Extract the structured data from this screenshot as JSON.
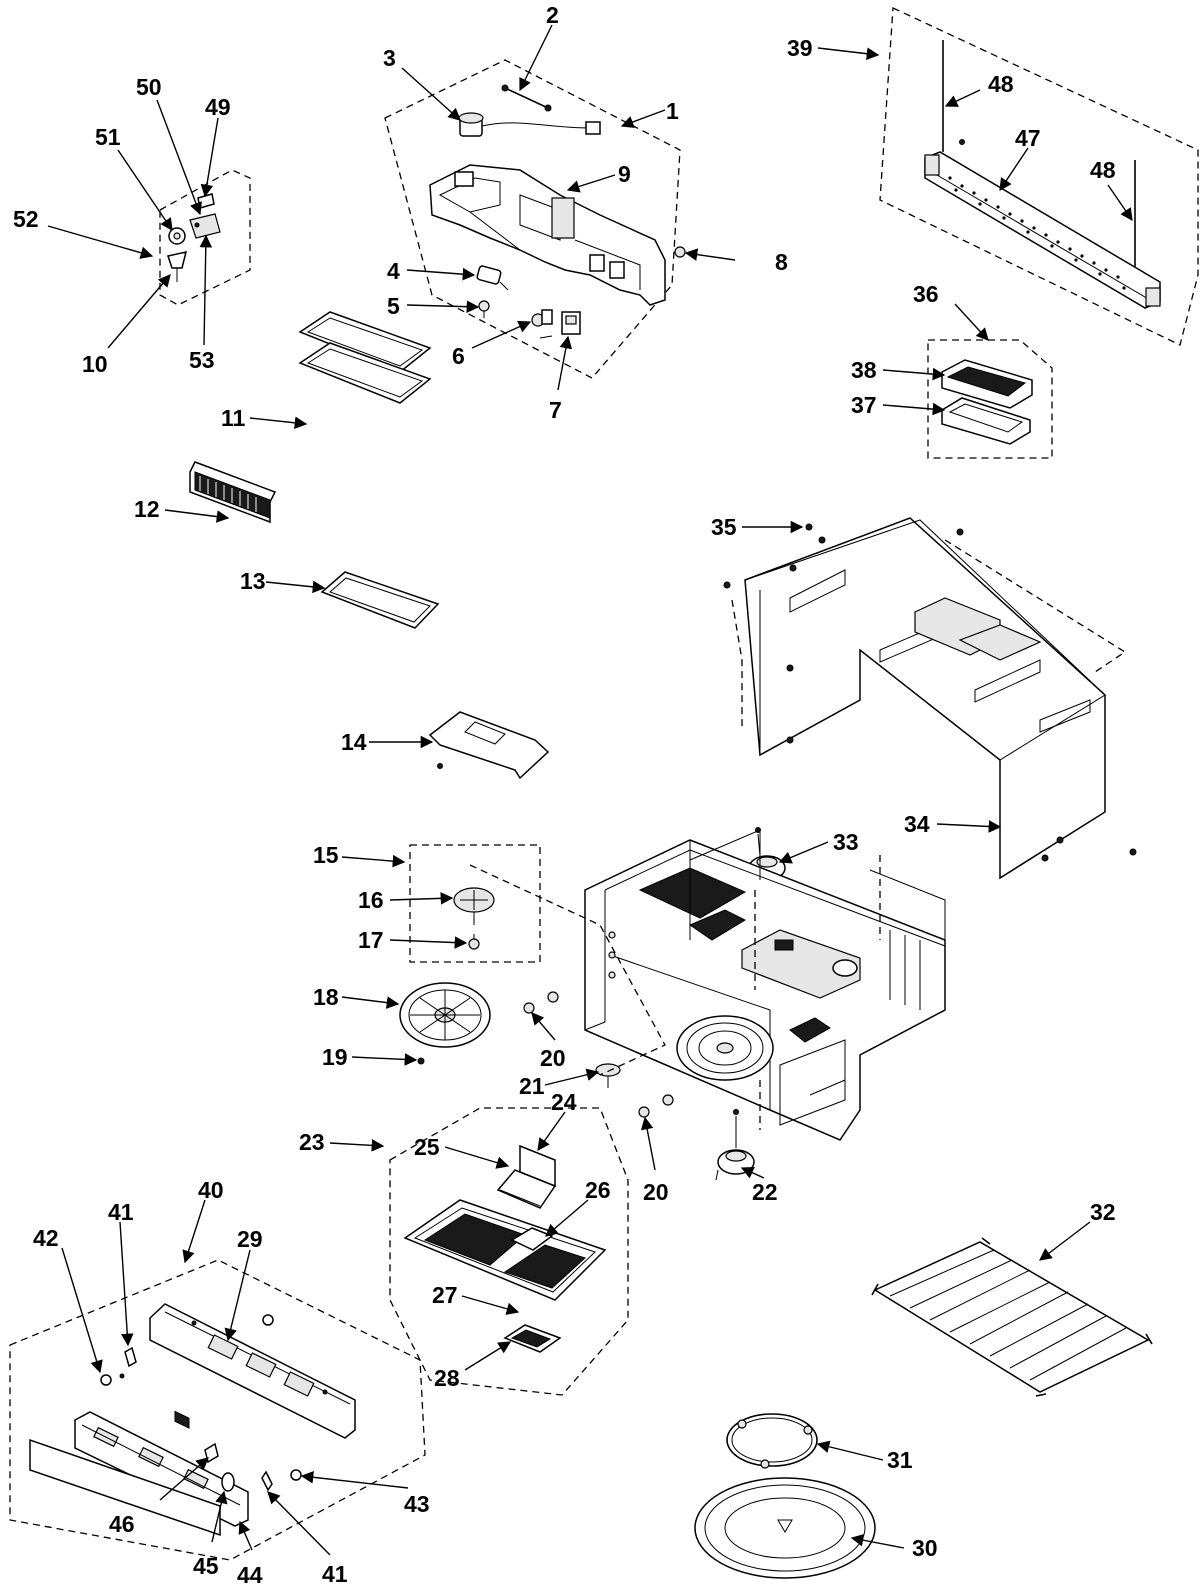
{
  "labels": [
    {
      "key": "l1",
      "text": "1"
    },
    {
      "key": "l2",
      "text": "2"
    },
    {
      "key": "l3",
      "text": "3"
    },
    {
      "key": "l4",
      "text": "4"
    },
    {
      "key": "l5",
      "text": "5"
    },
    {
      "key": "l6",
      "text": "6"
    },
    {
      "key": "l7",
      "text": "7"
    },
    {
      "key": "l8",
      "text": "8"
    },
    {
      "key": "l9",
      "text": "9"
    },
    {
      "key": "l10",
      "text": "10"
    },
    {
      "key": "l11",
      "text": "11"
    },
    {
      "key": "l12",
      "text": "12"
    },
    {
      "key": "l13",
      "text": "13"
    },
    {
      "key": "l14",
      "text": "14"
    },
    {
      "key": "l15",
      "text": "15"
    },
    {
      "key": "l16",
      "text": "16"
    },
    {
      "key": "l17",
      "text": "17"
    },
    {
      "key": "l18",
      "text": "18"
    },
    {
      "key": "l19",
      "text": "19"
    },
    {
      "key": "l20a",
      "text": "20"
    },
    {
      "key": "l20b",
      "text": "20"
    },
    {
      "key": "l21",
      "text": "21"
    },
    {
      "key": "l22",
      "text": "22"
    },
    {
      "key": "l23",
      "text": "23"
    },
    {
      "key": "l24",
      "text": "24"
    },
    {
      "key": "l25",
      "text": "25"
    },
    {
      "key": "l26",
      "text": "26"
    },
    {
      "key": "l27",
      "text": "27"
    },
    {
      "key": "l28",
      "text": "28"
    },
    {
      "key": "l29",
      "text": "29"
    },
    {
      "key": "l30",
      "text": "30"
    },
    {
      "key": "l31",
      "text": "31"
    },
    {
      "key": "l32",
      "text": "32"
    },
    {
      "key": "l33",
      "text": "33"
    },
    {
      "key": "l34",
      "text": "34"
    },
    {
      "key": "l35",
      "text": "35"
    },
    {
      "key": "l36",
      "text": "36"
    },
    {
      "key": "l37",
      "text": "37"
    },
    {
      "key": "l38",
      "text": "38"
    },
    {
      "key": "l39",
      "text": "39"
    },
    {
      "key": "l40",
      "text": "40"
    },
    {
      "key": "l41a",
      "text": "41"
    },
    {
      "key": "l41b",
      "text": "41"
    },
    {
      "key": "l42",
      "text": "42"
    },
    {
      "key": "l43",
      "text": "43"
    },
    {
      "key": "l44",
      "text": "44"
    },
    {
      "key": "l45",
      "text": "45"
    },
    {
      "key": "l46",
      "text": "46"
    },
    {
      "key": "l47",
      "text": "47"
    },
    {
      "key": "l48a",
      "text": "48"
    },
    {
      "key": "l48b",
      "text": "48"
    },
    {
      "key": "l49",
      "text": "49"
    },
    {
      "key": "l50",
      "text": "50"
    },
    {
      "key": "l51",
      "text": "51"
    },
    {
      "key": "l52",
      "text": "52"
    },
    {
      "key": "l53",
      "text": "53"
    }
  ]
}
